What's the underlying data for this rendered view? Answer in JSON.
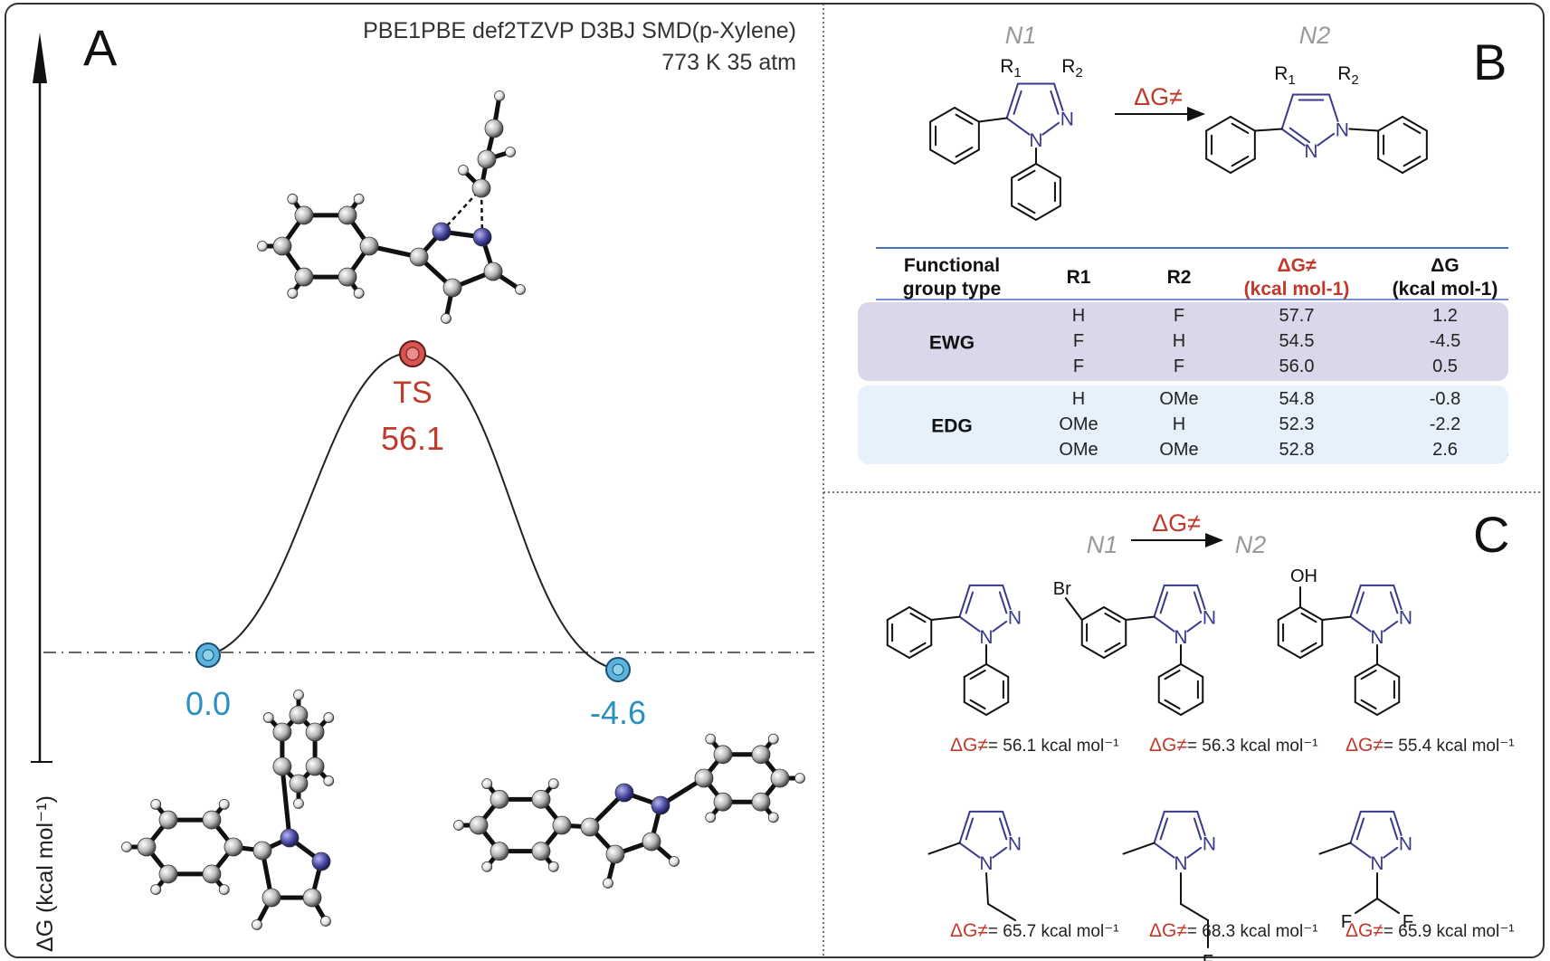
{
  "panel_a": {
    "letter": "A",
    "method_line1": "PBE1PBE def2TZVP D3BJ SMD(p-Xylene)",
    "method_line2": "773 K 35 atm",
    "y_axis_label": "ΔG (kcal mol⁻¹)",
    "ts_label": "TS",
    "ts_value": "56.1",
    "reactant_value": "0.0",
    "product_value": "-4.6",
    "colors": {
      "ts": "#c0392b",
      "stationary": "#2a8fc1",
      "curve": "#222222"
    }
  },
  "panel_b": {
    "letter": "B",
    "n1": "N1",
    "n2": "N2",
    "dg_arrow": "ΔG≠",
    "r1": "R1",
    "r2": "R2",
    "table": {
      "headers": {
        "type_line1": "Functional",
        "type_line2": "group type",
        "r1": "R1",
        "r2": "R2",
        "dgts_line1": "ΔG≠",
        "dgts_line2": "(kcal mol-1)",
        "dg_line1": "ΔG",
        "dg_line2": "(kcal mol-1)"
      },
      "groups": [
        {
          "name": "EWG",
          "color": "#dcd6ea",
          "rows": [
            {
              "r1": "H",
              "r2": "F",
              "dgts": "57.7",
              "dg": "1.2"
            },
            {
              "r1": "F",
              "r2": "H",
              "dgts": "54.5",
              "dg": "-4.5"
            },
            {
              "r1": "F",
              "r2": "F",
              "dgts": "56.0",
              "dg": "0.5"
            }
          ]
        },
        {
          "name": "EDG",
          "color": "#e6f1fb",
          "rows": [
            {
              "r1": "H",
              "r2": "OMe",
              "dgts": "54.8",
              "dg": "-0.8"
            },
            {
              "r1": "OMe",
              "r2": "H",
              "dgts": "52.3",
              "dg": "-2.2"
            },
            {
              "r1": "OMe",
              "r2": "OMe",
              "dgts": "52.8",
              "dg": "2.6"
            }
          ]
        }
      ]
    }
  },
  "panel_c": {
    "letter": "C",
    "n1": "N1",
    "dg_arrow": "ΔG≠",
    "n2": "N2",
    "compounds": [
      {
        "substituent": "phenyl",
        "dg_prefix": "ΔG≠",
        "dg_text": "= 56.1 kcal mol⁻¹"
      },
      {
        "substituent": "3-bromophenyl",
        "dg_prefix": "ΔG≠",
        "dg_text": "= 56.3 kcal mol⁻¹",
        "label": "Br"
      },
      {
        "substituent": "2-hydroxyphenyl",
        "dg_prefix": "ΔG≠",
        "dg_text": "= 55.4 kcal mol⁻¹",
        "label": "OH"
      },
      {
        "substituent": "ethyl",
        "dg_prefix": "ΔG≠",
        "dg_text": "= 65.7 kcal mol⁻¹"
      },
      {
        "substituent": "2-fluoroethyl",
        "dg_prefix": "ΔG≠",
        "dg_text": "= 68.3 kcal mol⁻¹",
        "label": "F"
      },
      {
        "substituent": "difluoromethyl",
        "dg_prefix": "ΔG≠",
        "dg_text": "= 65.9 kcal mol⁻¹",
        "label_left": "F",
        "label_right": "F"
      }
    ]
  },
  "colors": {
    "accent_red": "#c0392b",
    "heteroatom": "#3a3a8c",
    "n_label_gray": "#999999",
    "table_rule": "#4a6fbf"
  }
}
